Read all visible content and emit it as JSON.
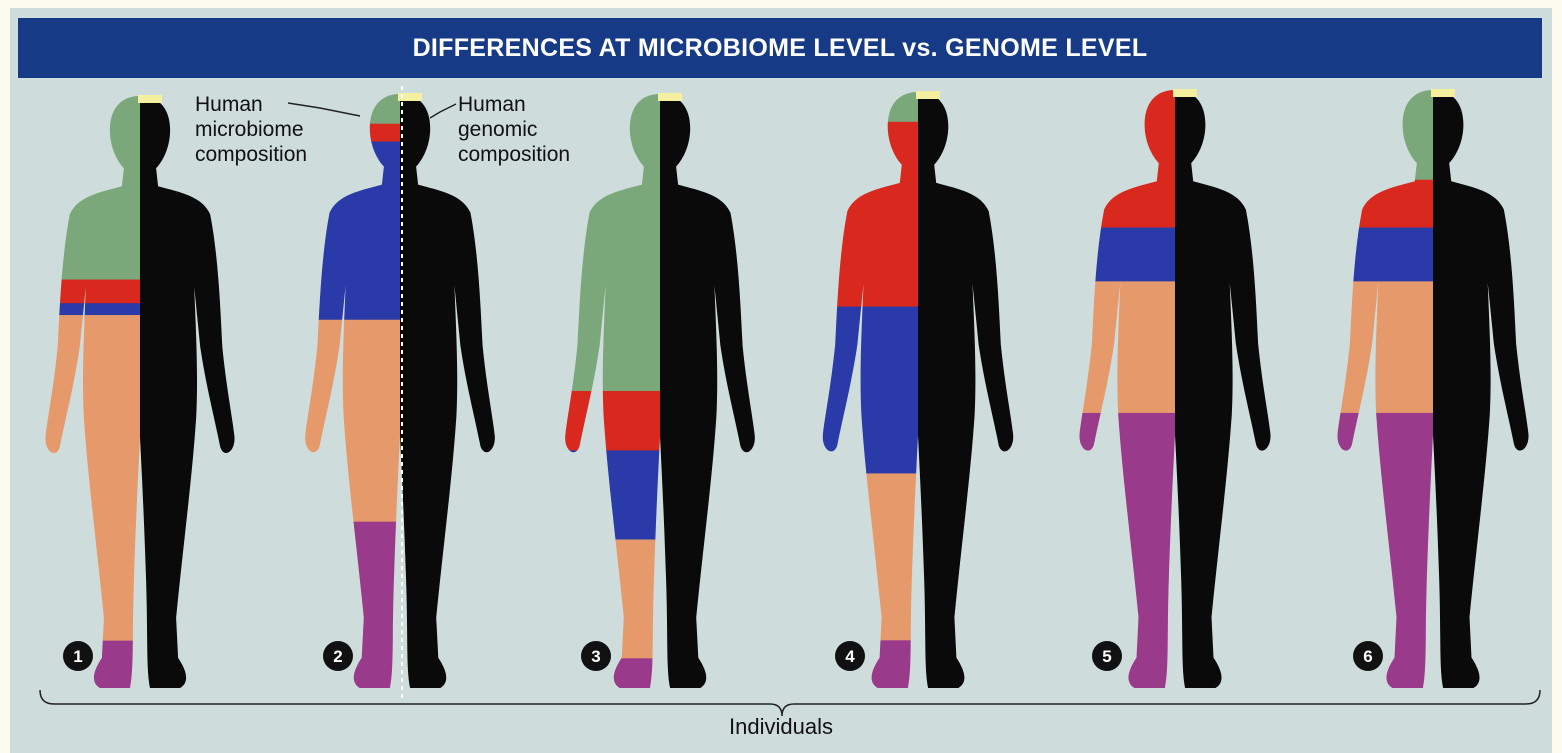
{
  "title": "DIFFERENCES AT MICROBIOME LEVEL vs. GENOME LEVEL",
  "callouts": {
    "microbiome": [
      "Human",
      "microbiome",
      "composition"
    ],
    "genome": [
      "Human",
      "genomic",
      "composition"
    ]
  },
  "bottom_label": "Individuals",
  "colors": {
    "green": "#7aa87a",
    "red": "#d9281e",
    "blue": "#2a3aa8",
    "peach": "#e69a6c",
    "purple": "#9a3a8a",
    "black": "#0a0a0a",
    "cap": "#f4f0a0"
  },
  "individuals": [
    {
      "number": "1",
      "microbiome": [
        {
          "color": "green",
          "from": 0,
          "to": 0.31
        },
        {
          "color": "red",
          "from": 0.31,
          "to": 0.35
        },
        {
          "color": "blue",
          "from": 0.35,
          "to": 0.37
        },
        {
          "color": "peach",
          "from": 0.37,
          "to": 0.92
        },
        {
          "color": "purple",
          "from": 0.92,
          "to": 1
        }
      ]
    },
    {
      "number": "2",
      "microbiome": [
        {
          "color": "green",
          "from": 0,
          "to": 0.05
        },
        {
          "color": "red",
          "from": 0.05,
          "to": 0.08
        },
        {
          "color": "blue",
          "from": 0.08,
          "to": 0.38
        },
        {
          "color": "peach",
          "from": 0.38,
          "to": 0.72
        },
        {
          "color": "purple",
          "from": 0.72,
          "to": 1
        }
      ]
    },
    {
      "number": "3",
      "microbiome": [
        {
          "color": "green",
          "from": 0,
          "to": 0.5
        },
        {
          "color": "red",
          "from": 0.5,
          "to": 0.6
        },
        {
          "color": "blue",
          "from": 0.6,
          "to": 0.75
        },
        {
          "color": "peach",
          "from": 0.75,
          "to": 0.95
        },
        {
          "color": "purple",
          "from": 0.95,
          "to": 1
        }
      ]
    },
    {
      "number": "4",
      "microbiome": [
        {
          "color": "green",
          "from": 0,
          "to": 0.05
        },
        {
          "color": "red",
          "from": 0.05,
          "to": 0.36
        },
        {
          "color": "blue",
          "from": 0.36,
          "to": 0.64
        },
        {
          "color": "peach",
          "from": 0.64,
          "to": 0.92
        },
        {
          "color": "purple",
          "from": 0.92,
          "to": 1
        }
      ]
    },
    {
      "number": "5",
      "microbiome": [
        {
          "color": "red",
          "from": 0,
          "to": 0.23
        },
        {
          "color": "blue",
          "from": 0.23,
          "to": 0.32
        },
        {
          "color": "peach",
          "from": 0.32,
          "to": 0.54
        },
        {
          "color": "purple",
          "from": 0.54,
          "to": 1
        }
      ]
    },
    {
      "number": "6",
      "microbiome": [
        {
          "color": "green",
          "from": 0,
          "to": 0.15
        },
        {
          "color": "red",
          "from": 0.15,
          "to": 0.23
        },
        {
          "color": "blue",
          "from": 0.23,
          "to": 0.32
        },
        {
          "color": "peach",
          "from": 0.32,
          "to": 0.54
        },
        {
          "color": "purple",
          "from": 0.54,
          "to": 1
        }
      ]
    }
  ]
}
